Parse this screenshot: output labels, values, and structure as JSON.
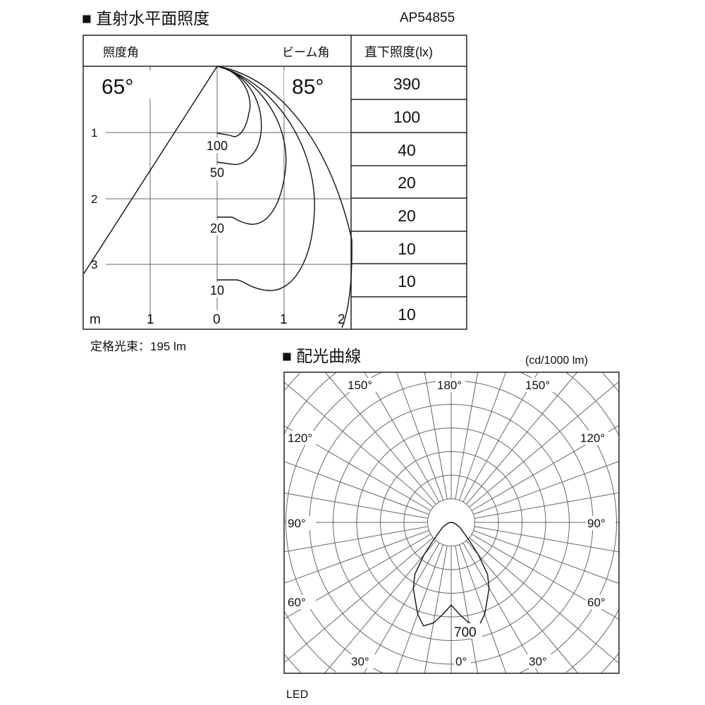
{
  "header": {
    "title": "■ 直射水平面照度",
    "model": "AP54855"
  },
  "illuminance_diagram": {
    "col_illum_angle": "照度角",
    "col_beam_angle": "ビーム角",
    "col_direct": "直下照度(lx)",
    "illum_angle": "65°",
    "beam_angle": "85°",
    "direct_values": [
      "390",
      "100",
      "40",
      "20",
      "20",
      "10",
      "10",
      "10"
    ],
    "depth_labels": [
      "1",
      "2",
      "3"
    ],
    "x_labels": [
      "m",
      "1",
      "0",
      "1",
      "2"
    ],
    "isolux_labels": [
      "100",
      "50",
      "20",
      "10"
    ],
    "rated_flux": "定格光束：195 lm"
  },
  "chart_data": {
    "type": "polar",
    "title": "■ 配光曲線",
    "unit": "(cd/1000 lm)",
    "scale_label": "700",
    "ring_step_cd": 140,
    "spoke_step_deg": 10,
    "angle_labels": [
      "180°",
      "150°",
      "150°",
      "120°",
      "120°",
      "90°",
      "90°",
      "60°",
      "60°",
      "30°",
      "30°",
      "0°"
    ],
    "series": [
      {
        "name": "LED",
        "angles": [
          0,
          5,
          10,
          15,
          20,
          25,
          30,
          35,
          40,
          45,
          50,
          60,
          70,
          80,
          90
        ],
        "values": [
          490,
          545,
          605,
          635,
          580,
          505,
          450,
          375,
          250,
          150,
          100,
          60,
          30,
          15,
          0
        ],
        "symmetric": true
      }
    ],
    "footer": "LED"
  }
}
